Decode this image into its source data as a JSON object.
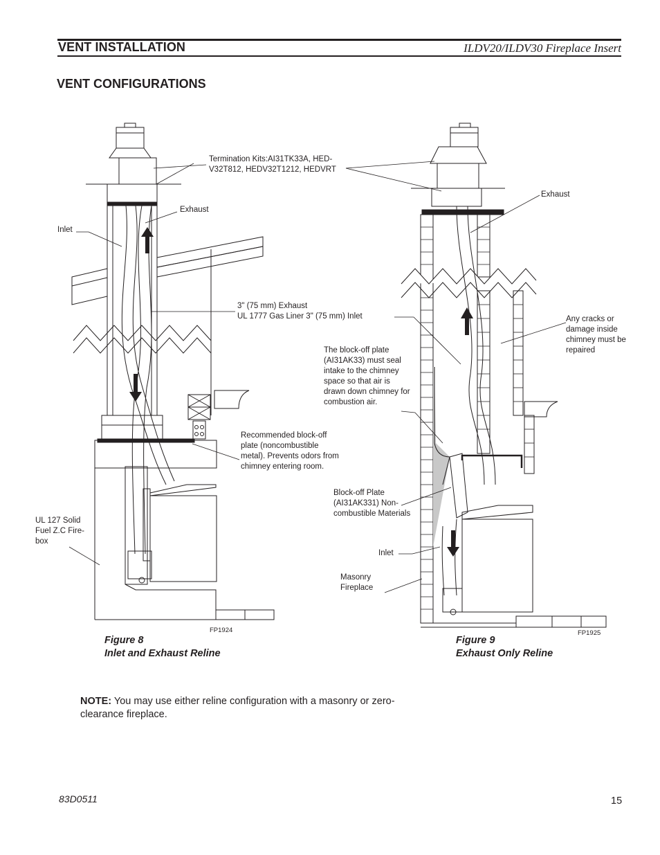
{
  "header": {
    "section_title": "VENT INSTALLATION",
    "product_title": "ILDV20/ILDV30 Fireplace Insert"
  },
  "section_heading": "VENT CONFIGURATIONS",
  "figure8": {
    "labels": {
      "termination": "Termination Kits:AI31TK33A, HED-\nV32T812, HEDV32T1212, HEDVRT",
      "exhaust": "Exhaust",
      "inlet": "Inlet",
      "liner": "3\" (75 mm) Exhaust\nUL 1777 Gas Liner 3\" (75 mm) Inlet",
      "blockoff_recommended": "Recommended block-off\nplate (noncombustible\nmetal). Prevents odors from\nchimney entering room.",
      "firebox": "UL 127 Solid\nFuel Z.C Fire-\nbox"
    },
    "code": "FP1924",
    "caption": "Figure 8\nInlet and Exhaust Reline"
  },
  "figure9": {
    "labels": {
      "exhaust": "Exhaust",
      "cracks": "Any cracks or\ndamage inside\nchimney must be\nrepaired",
      "blockoff_seal": "The block-off plate\n(AI31AK33) must seal\nintake to the chimney\nspace so that air is\ndrawn down chimney for\ncombustion air.",
      "blockoff_plate": "Block-off Plate\n(AI31AK331) Non-\ncombustible Materials",
      "inlet": "Inlet",
      "masonry": "Masonry\nFireplace"
    },
    "code": "FP1925",
    "caption": "Figure 9\nExhaust Only Reline"
  },
  "note": {
    "prefix": "NOTE:",
    "text": " You may use either reline configuration with a masonry or zero-clearance fireplace."
  },
  "footer": {
    "doc_number": "83D0511",
    "page_number": "15"
  }
}
